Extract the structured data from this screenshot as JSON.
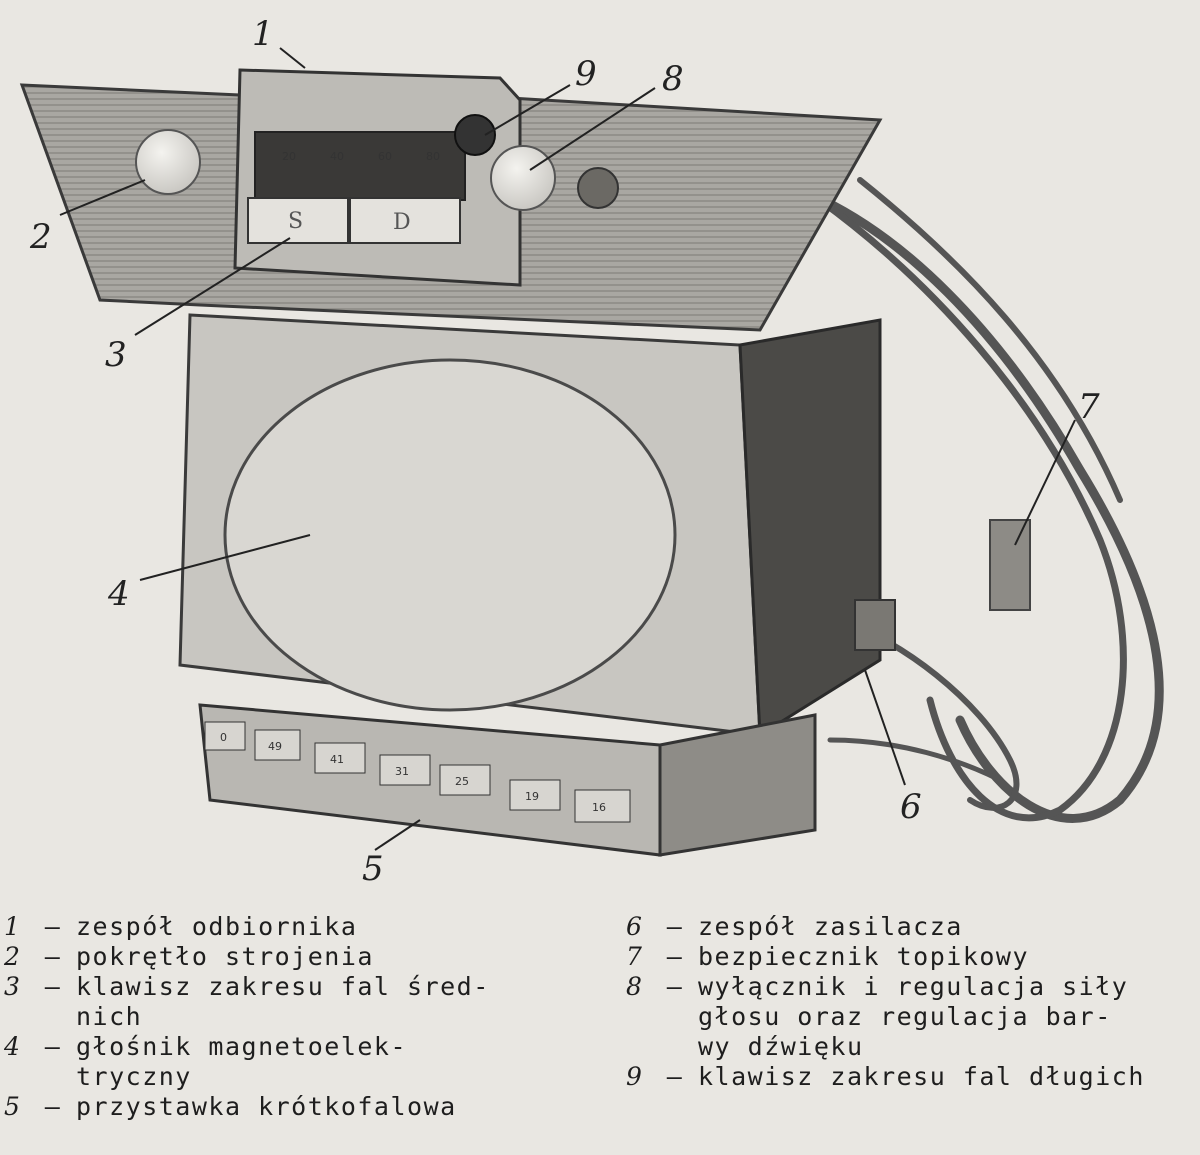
{
  "figure": {
    "callouts": [
      "1",
      "2",
      "3",
      "4",
      "5",
      "6",
      "7",
      "8",
      "9"
    ],
    "keys": {
      "s": "S",
      "d": "D"
    },
    "dial_labels": [
      "20",
      "40",
      "60",
      "80"
    ],
    "band_keys": [
      "0",
      "49",
      "41",
      "31",
      "25",
      "19",
      "16"
    ]
  },
  "legend": {
    "dash": "—",
    "left": [
      {
        "num": "1",
        "lines": [
          "zespół odbiornika"
        ]
      },
      {
        "num": "2",
        "lines": [
          "pokrętło strojenia"
        ]
      },
      {
        "num": "3",
        "lines": [
          "klawisz zakresu fal śred-",
          "nich"
        ]
      },
      {
        "num": "4",
        "lines": [
          "głośnik magnetoelek-",
          "tryczny"
        ]
      },
      {
        "num": "5",
        "lines": [
          "przystawka krótkofalowa"
        ]
      }
    ],
    "right": [
      {
        "num": "6",
        "lines": [
          "zespół zasilacza"
        ]
      },
      {
        "num": "7",
        "lines": [
          "bezpiecznik topikowy"
        ]
      },
      {
        "num": "8",
        "lines": [
          "wyłącznik i regulacja siły",
          "głosu oraz regulacja bar-",
          "wy dźwięku"
        ]
      },
      {
        "num": "9",
        "lines": [
          "klawisz zakresu fal długich"
        ]
      }
    ]
  },
  "colors": {
    "paper": "#e9e7e2",
    "ink": "#1e1e1e"
  }
}
